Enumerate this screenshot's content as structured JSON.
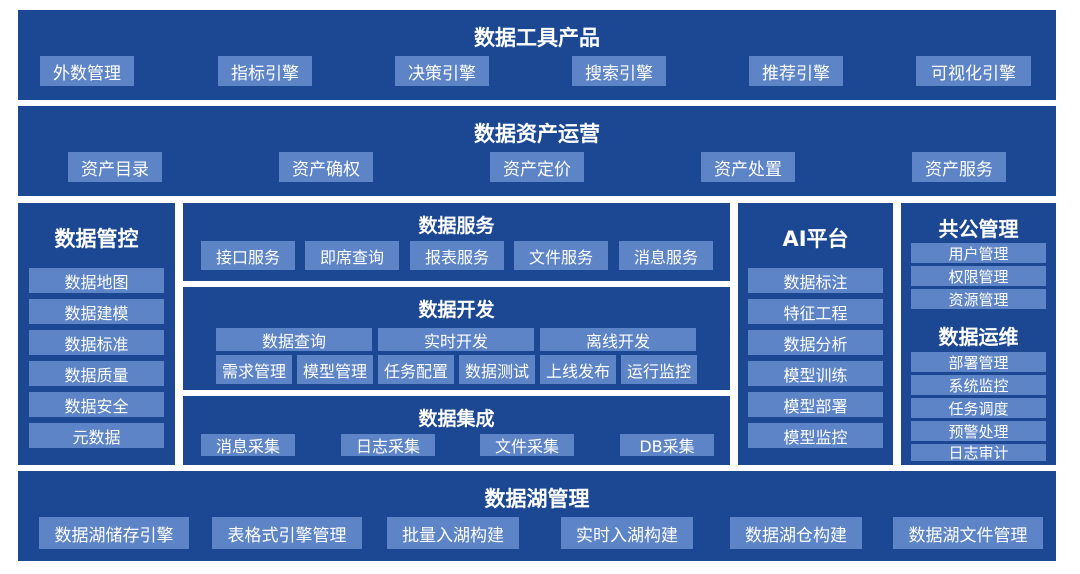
{
  "tools": {
    "title": "数据工具产品",
    "items": [
      "外数管理",
      "指标引擎",
      "决策引擎",
      "搜索引擎",
      "推荐引擎",
      "可视化引擎"
    ]
  },
  "asset": {
    "title": "数据资产运营",
    "items": [
      "资产目录",
      "资产确权",
      "资产定价",
      "资产处置",
      "资产服务"
    ]
  },
  "governance": {
    "title": "数据管控",
    "items": [
      "数据地图",
      "数据建模",
      "数据标准",
      "数据质量",
      "数据安全",
      "元数据"
    ]
  },
  "service": {
    "title": "数据服务",
    "items": [
      "接口服务",
      "即席查询",
      "报表服务",
      "文件服务",
      "消息服务"
    ]
  },
  "dev": {
    "title": "数据开发",
    "row1": [
      "数据查询",
      "实时开发",
      "离线开发"
    ],
    "row2": [
      "需求管理",
      "模型管理",
      "任务配置",
      "数据测试",
      "上线发布",
      "运行监控"
    ]
  },
  "integration": {
    "title": "数据集成",
    "items": [
      "消息采集",
      "日志采集",
      "文件采集",
      "DB采集"
    ]
  },
  "ai": {
    "title": "AI平台",
    "items": [
      "数据标注",
      "特征工程",
      "数据分析",
      "模型训练",
      "模型部署",
      "模型监控"
    ]
  },
  "common": {
    "title": "共公管理",
    "items": [
      "用户管理",
      "权限管理",
      "资源管理"
    ]
  },
  "ops": {
    "title": "数据运维",
    "items": [
      "部署管理",
      "系统监控",
      "任务调度",
      "预警处理",
      "日志审计"
    ]
  },
  "lake": {
    "title": "数据湖管理",
    "items": [
      "数据湖储存引擎",
      "表格式引擎管理",
      "批量入湖构建",
      "实时入湖构建",
      "数据湖仓构建",
      "数据湖文件管理"
    ]
  }
}
